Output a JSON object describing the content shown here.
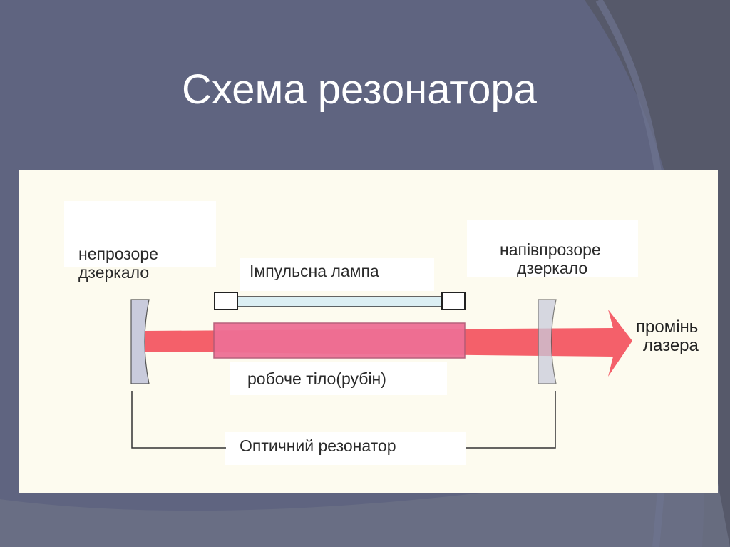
{
  "slide": {
    "title": "Схема резонатора"
  },
  "diagram": {
    "labels": {
      "opaque_mirror_line1": "непрозоре",
      "opaque_mirror_line2": "дзеркало",
      "semi_mirror_line1": "напівпрозоре",
      "semi_mirror_line2": "дзеркало",
      "lamp": "Імпульсна лампа",
      "working_body": "робоче тіло(рубін)",
      "beam_line1": "промінь",
      "beam_line2": "лазера",
      "resonator": "Оптичний резонатор"
    },
    "colors": {
      "beam": "#f4606a",
      "rod": "#ee6f95",
      "mirror": "#c9cbdc",
      "lamp": "#dceff3"
    }
  }
}
